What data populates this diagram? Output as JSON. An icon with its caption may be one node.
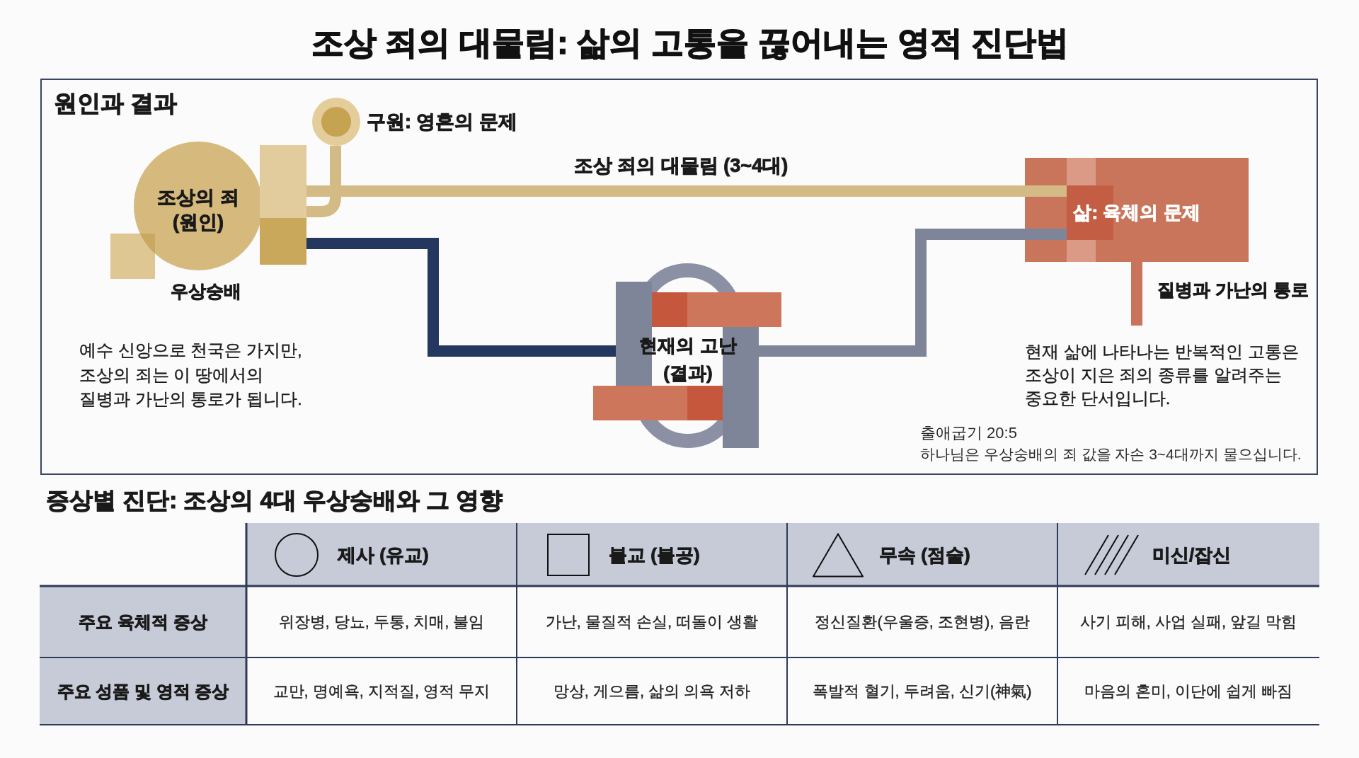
{
  "diagram": {
    "title": "조상 죄의 대물림: 삶의 고통을 끊어내는 영적 진단법",
    "nodes": [
      {
        "text": [
          "원인과 결과"
        ]
      },
      {
        "text": [
          "조상의 죄 (원인)"
        ],
        "in": 0,
        "beside": [
          "우상숭배"
        ]
      },
      {
        "text": [],
        "shape": "circle",
        "in": 0,
        "beside": [
          "구원: 영혼의 문제"
        ]
      },
      {
        "text": [
          "삶: 육체의 문제"
        ],
        "in": 0,
        "beside": [
          "질병과 가난의 통로"
        ]
      },
      {
        "text": [
          "현재의 고난 (결과)"
        ],
        "in": 0
      }
    ],
    "edges": [
      {
        "from": 1,
        "to": 2,
        "arrow": "none"
      },
      {
        "from": 1,
        "to": 3,
        "arrow": "none",
        "label": "조상 죄의 대물림 (3~4대)"
      },
      {
        "from": 1,
        "to": 4,
        "arrow": "none",
        "color": "#24375f"
      },
      {
        "from": 4,
        "to": 3,
        "arrow": "none",
        "color": "#7f8599"
      },
      {
        "from": 3,
        "to": null,
        "arrow": "none",
        "color": "#c9735a"
      }
    ],
    "labels": [
      "예수 신앙으로 천국은 가지만, 조상의 죄는 이 땅에서의 질병과 가난의 통로가 됩니다.",
      "현재 삶에 나타나는 반복적인 고통은 조상이 지은 죄의 종류를 알려주는 중요한 단서입니다.",
      "출애굽기 20:5",
      "하나님은 우상숭배의 죄 값을 자손 3~4대까지 물으십니다.",
      "증상별 진단: 조상의 4대 우상숭배와 그 영향",
      "제사 (유교)",
      "불교 (불공)",
      "무속 (점술)",
      "미신/잡신",
      "주요 육체적 증상",
      "위장병, 당뇨, 두통, 치매, 불임",
      "가난, 물질적 손실, 떠돌이 생활",
      "정신질환(우울증, 조현병), 음란",
      "사기 피해, 사업 실패, 앞길 막힘",
      "주요 성품 및 영적 증상",
      "교만, 명예욕, 지적질, 영적 무지",
      "망상, 게으름, 삶의 의욕 저하",
      "폭발적 혈기, 두려움, 신기(神氣)",
      "마음의 혼미, 이단에 쉽게 빠짐"
    ]
  }
}
